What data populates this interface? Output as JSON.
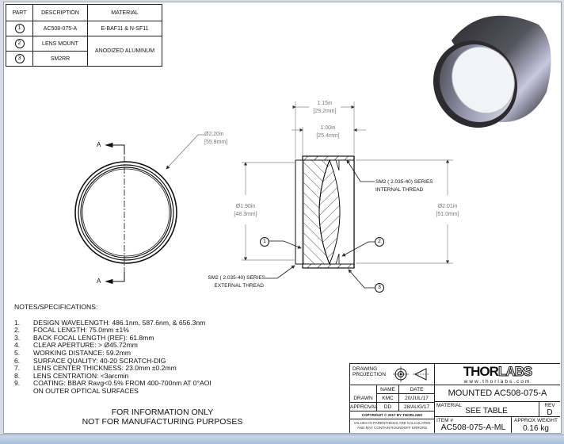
{
  "parts_table": {
    "headers": [
      "PART",
      "DESCRIPTION",
      "MATERIAL"
    ],
    "rows": [
      {
        "part": "1",
        "description": "AC508-075-A",
        "material": "E-BAF11 & N-SF11"
      },
      {
        "part": "2",
        "description": "LENS MOUNT",
        "material": "ANODIZED ALUMINUM"
      },
      {
        "part": "3",
        "description": "SM2RR",
        "material": ""
      }
    ]
  },
  "front_view": {
    "section_label_top": "A",
    "section_label_bottom": "A",
    "dia_in": "Ø2.20in",
    "dia_mm": "[55.9mm]"
  },
  "section_view": {
    "overall_len_in": "1.15in",
    "overall_len_mm": "[29.2mm]",
    "body_len_in": "1.00in",
    "body_len_mm": "[25.4mm]",
    "inner_dia_in": "Ø1.90in",
    "inner_dia_mm": "[48.3mm]",
    "outer_dia_in": "Ø2.01in",
    "outer_dia_mm": "[51.0mm]",
    "internal_thread_1": "SM2 ( 2.035-40) SERIES",
    "internal_thread_2": "INTERNAL THREAD",
    "external_thread_1": "SM2 ( 2.035-40) SERIES",
    "external_thread_2": "EXTERNAL THREAD",
    "balloons": [
      "1",
      "2",
      "3"
    ]
  },
  "notes": {
    "title": "NOTES/SPECIFICATIONS:",
    "items": [
      {
        "n": "1.",
        "t": "DESIGN WAVELENGTH: 486.1nm, 587.6nm, & 656.3nm"
      },
      {
        "n": "2.",
        "t": "FOCAL LENGTH: 75.0mm ±1%"
      },
      {
        "n": "3.",
        "t": "BACK FOCAL LENGTH (REF): 61.8mm"
      },
      {
        "n": "4.",
        "t": "CLEAR APERTURE: > Ø45.72mm"
      },
      {
        "n": "5.",
        "t": "WORKING DISTANCE: 59.2mm"
      },
      {
        "n": "6.",
        "t": "SURFACE QUALITY: 40-20 SCRATCH-DIG"
      },
      {
        "n": "7.",
        "t": "LENS CENTER THICKNESS: 23.0mm ±0.2mm"
      },
      {
        "n": "8.",
        "t": "LENS CENTRATION: <3arcmin"
      },
      {
        "n": "9.",
        "t": "COATING: BBAR Ravg<0.5% FROM  400-700nm AT 0°AOI"
      },
      {
        "n": "",
        "t": "ON OUTER OPTICAL SURFACES"
      }
    ],
    "footer_1": "FOR INFORMATION ONLY",
    "footer_2": "NOT FOR MANUFACTURING PURPOSES"
  },
  "title_block": {
    "projection_label": "DRAWING PROJECTION",
    "name_header": "NAME",
    "date_header": "DATE",
    "drawn_label": "DRAWN",
    "drawn_name": "KMC",
    "drawn_date": "20/JUL/17",
    "approval_label": "APPROVAL",
    "approval_name": "DD",
    "approval_date": "28/AUG/17",
    "copyright": "COPYRIGHT © 2017 BY THORLABS",
    "values_note_1": "VALUES IN PARENTHESIS ARE CALCULATED",
    "values_note_2": "AND MAY CONTAIN ROUNDOFF ERRORS",
    "logo_thor": "THOR",
    "logo_labs": "LABS",
    "website": "www.thorlabs.com",
    "title": "MOUNTED AC508-075-A",
    "material_label": "MATERIAL",
    "material_value": "SEE TABLE",
    "rev_label": "REV",
    "rev_value": "D",
    "item_label": "ITEM #",
    "item_value": "AC508-075-A-ML",
    "weight_label": "APPROX WEIGHT",
    "weight_value": "0.16 kg"
  }
}
